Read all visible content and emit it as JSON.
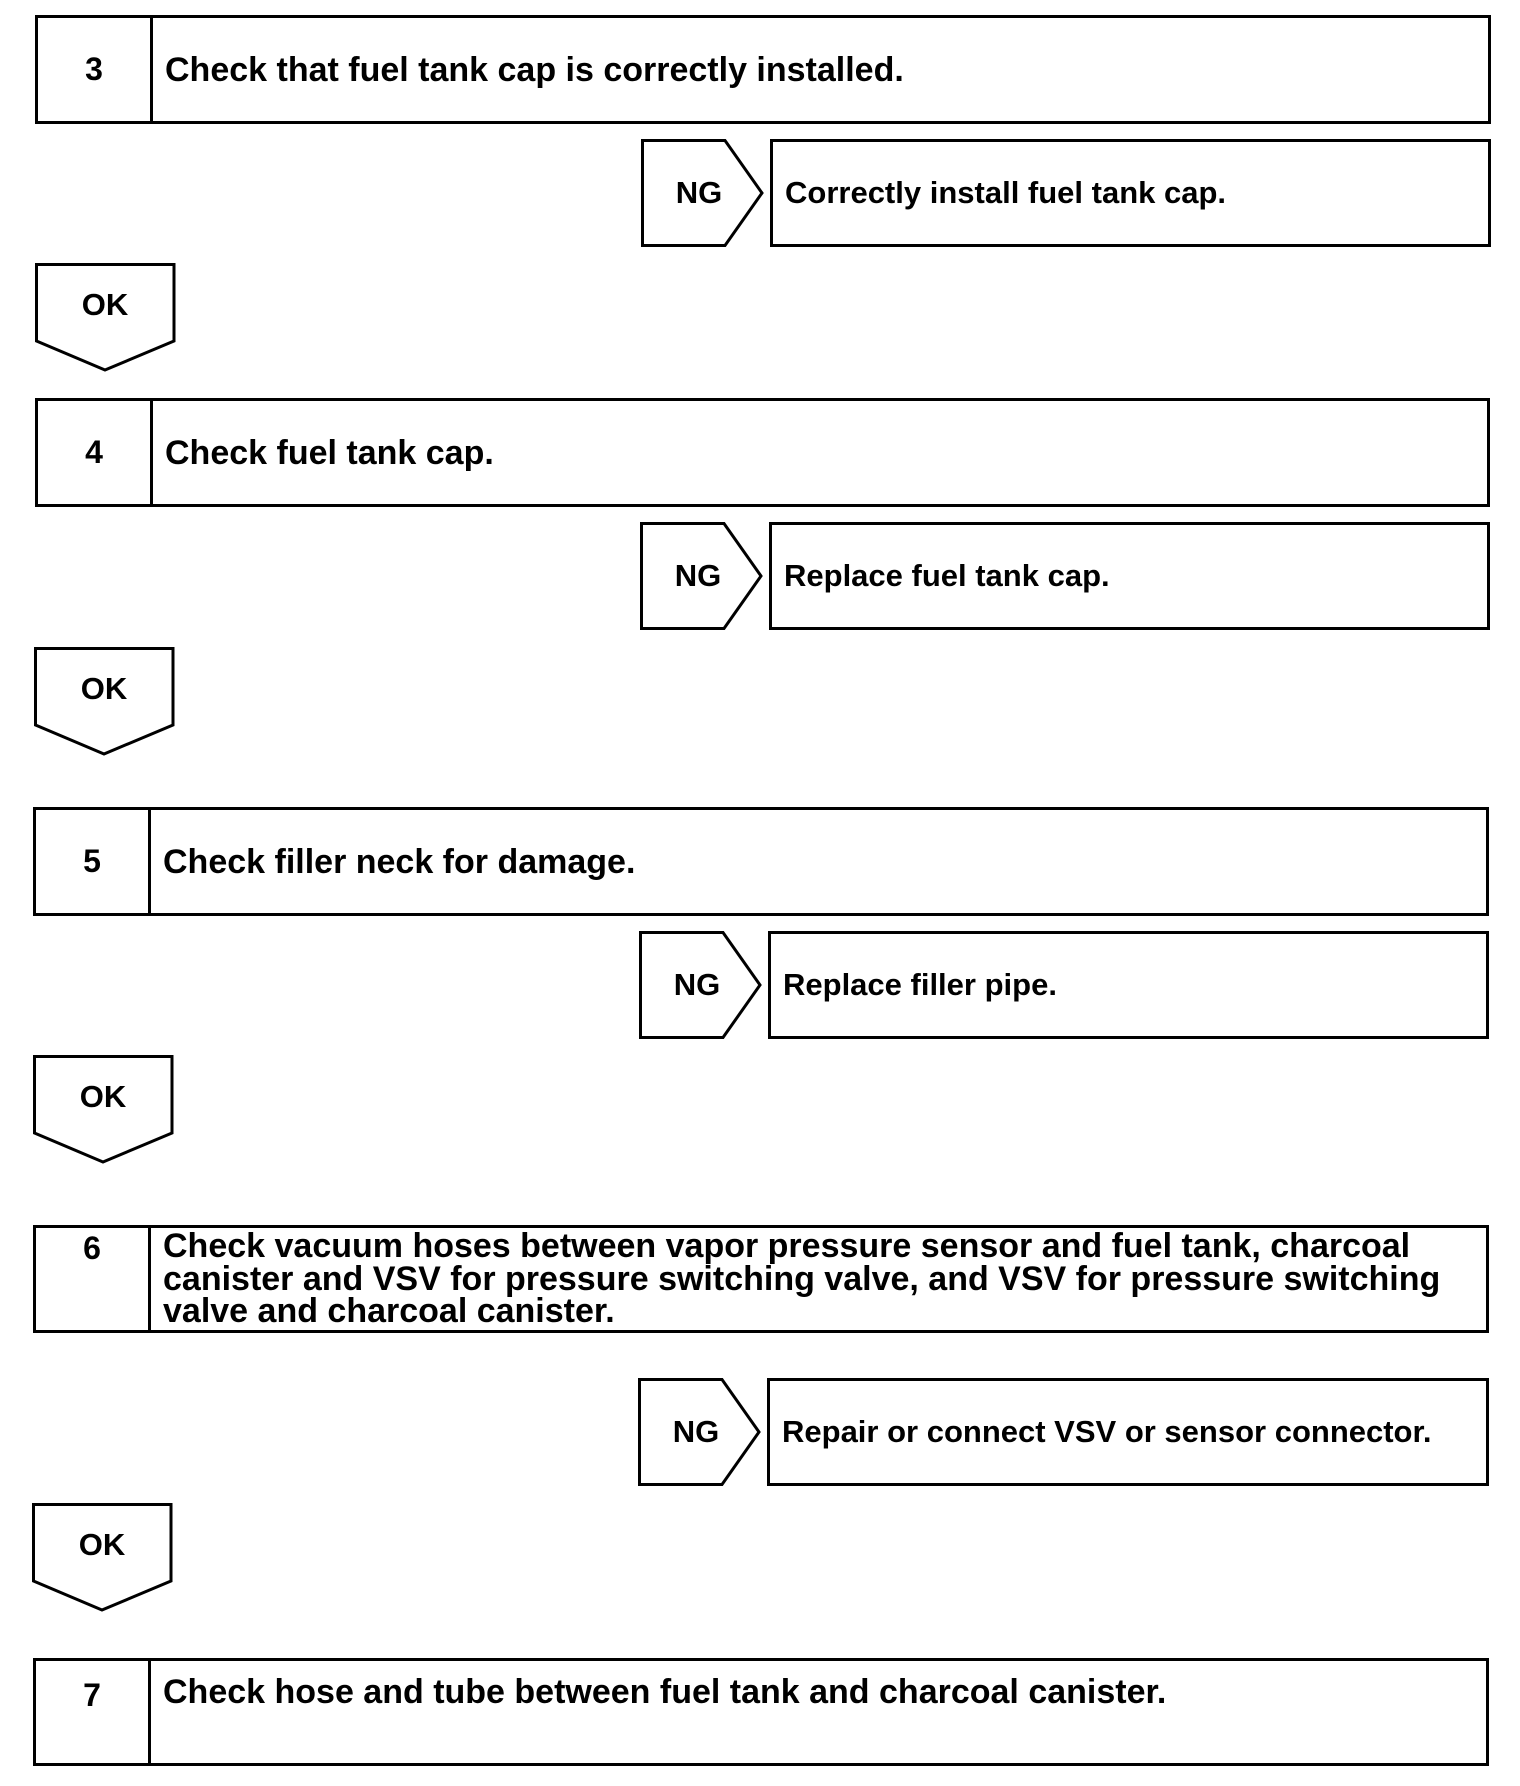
{
  "steps": [
    {
      "number": "3",
      "text": "Check that fuel tank cap is correctly installed."
    },
    {
      "number": "4",
      "text": "Check fuel tank cap."
    },
    {
      "number": "5",
      "text": "Check filler neck for damage."
    },
    {
      "number": "6",
      "text": "Check vacuum hoses between vapor pressure sensor and fuel tank, charcoal canister and VSV for pressure switching valve, and VSV for pressure switching valve and charcoal canister."
    },
    {
      "number": "7",
      "text": "Check hose and tube between fuel tank and charcoal canister."
    }
  ],
  "ng_label": "NG",
  "ok_label": "OK",
  "actions": [
    "Correctly install fuel tank cap.",
    "Replace fuel tank cap.",
    "Replace filler pipe.",
    "Repair or connect VSV or sensor connector."
  ]
}
